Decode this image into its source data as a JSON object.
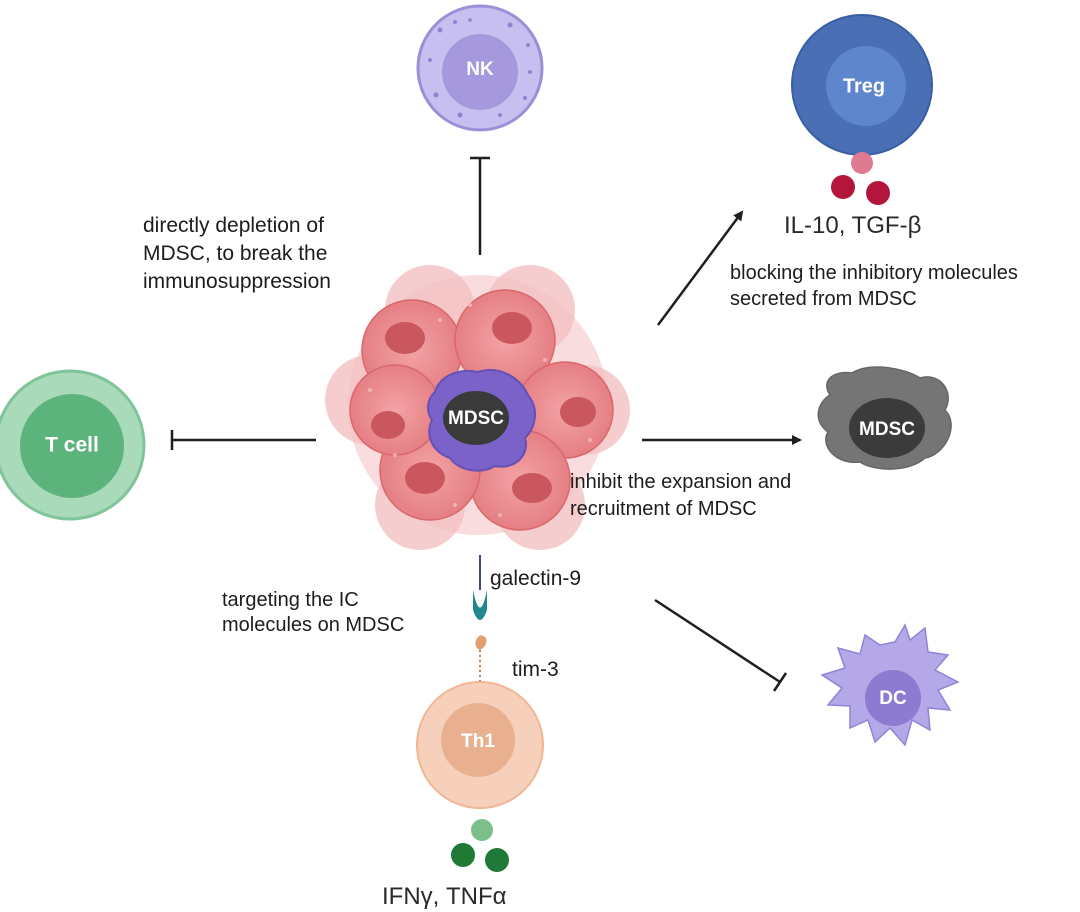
{
  "cells": {
    "nk": "NK",
    "treg": "Treg",
    "t_cell": "T cell",
    "mdsc_center": "MDSC",
    "mdsc_right": "MDSC",
    "th1": "Th1",
    "dc": "DC"
  },
  "cytokines": {
    "treg": "IL-10, TGF-β",
    "th1": "IFNγ, TNFα"
  },
  "labels": {
    "depletion": [
      "directly depletion of",
      "MDSC, to break the",
      "immunosuppression"
    ],
    "blocking": [
      "blocking the inhibitory molecules",
      "secreted from MDSC"
    ],
    "expansion": [
      "inhibit the expansion and",
      "recruitment of MDSC"
    ],
    "targeting": [
      "targeting the IC",
      "molecules on MDSC"
    ],
    "galectin": "galectin-9",
    "tim3": "tim-3"
  },
  "colors": {
    "nk": "#b9b0e4",
    "treg": "#4a6fb5",
    "t_cell": "#7fc49a",
    "tumor": "#e88a8e",
    "mdsc": "#7a62c8",
    "mdsc_right": "#757575",
    "th1": "#f4c4a8",
    "dc": "#a99be0",
    "treg_cytokine": "#b3163a",
    "th1_cytokine": "#1f7a36"
  }
}
